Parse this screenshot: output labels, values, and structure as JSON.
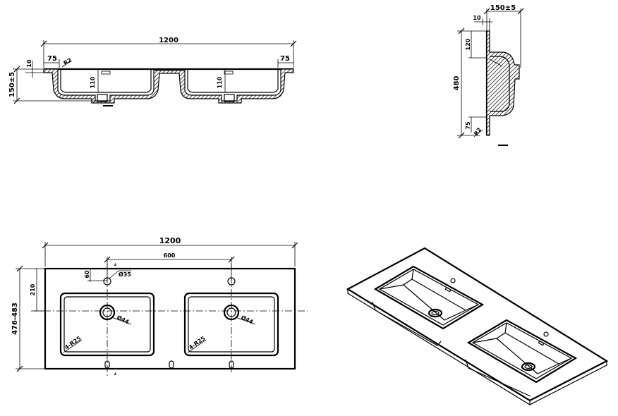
{
  "front_section": {
    "overall_width": "1200",
    "deck_thickness": "10",
    "deck_left": "75",
    "deck_right": "75",
    "height": "150±5",
    "radius": "R2",
    "basin_depth_left": "110",
    "basin_depth_right": "110"
  },
  "side_section": {
    "top_width": "150±5",
    "deck_thickness": "10",
    "back_offset": "120",
    "depth": "480",
    "front_offset": "75",
    "radius": "R2"
  },
  "plan_view": {
    "overall_width": "1200",
    "tap_spacing": "600",
    "tap_offset": "60",
    "tap_hole": "Ø35",
    "bowl_offset": "210",
    "depth_range": "476-483",
    "drain_left": "Ø44",
    "drain_right": "Ø44",
    "corner_left": "4-R25",
    "corner_right": "4-R25",
    "section_marker_top": "A",
    "section_marker_bottom": "A"
  }
}
